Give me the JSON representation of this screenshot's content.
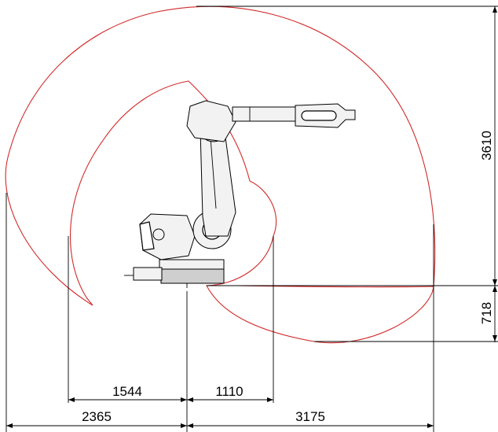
{
  "diagram": {
    "colors": {
      "envelope": "#d22a2a",
      "lines": "#000000",
      "background": "#ffffff"
    },
    "dimensions": {
      "reach_height": "3610",
      "below_base": "718",
      "inner_left": "1544",
      "inner_right": "1110",
      "outer_left": "2365",
      "outer_right": "3175"
    }
  }
}
